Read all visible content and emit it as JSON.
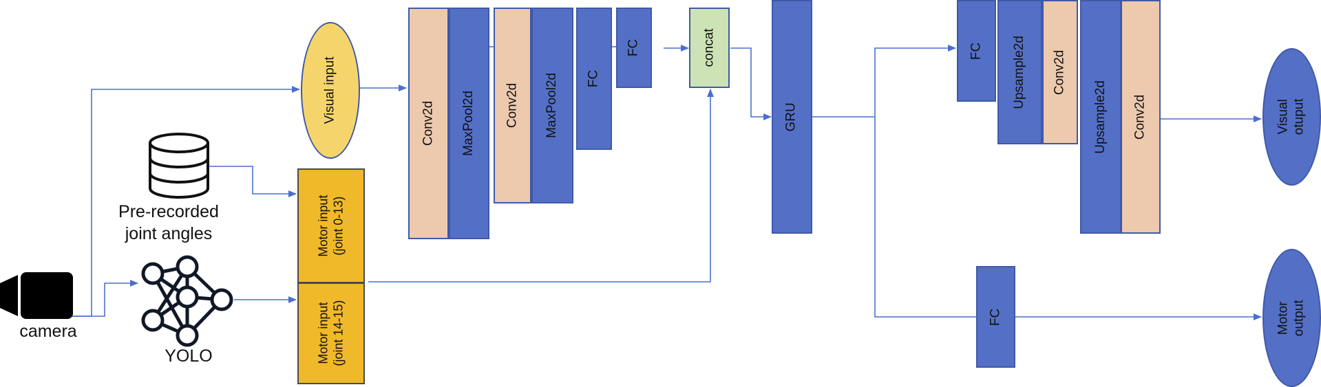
{
  "inputs": {
    "camera_label": "camera",
    "yolo_label": "YOLO",
    "database_label_line1": "Pre-recorded",
    "database_label_line2": "joint angles",
    "visual_input": "Visual  input",
    "motor_input_a_line1": "Motor input",
    "motor_input_a_line2": "(joint 0-13)",
    "motor_input_b_line1": "Motor input",
    "motor_input_b_line2": "(joint 14-15)"
  },
  "encoder": {
    "layers": [
      "Conv2d",
      "MaxPool2d",
      "Conv2d",
      "MaxPool2d",
      "FC",
      "FC"
    ]
  },
  "fusion": {
    "concat": "concat",
    "gru": "GRU"
  },
  "visual_decoder": {
    "layers": [
      "FC",
      "Upsample2d",
      "Conv2d",
      "Upsample2d",
      "Conv2d"
    ],
    "output_line1": "Visual",
    "output_line2": "otuput"
  },
  "motor_decoder": {
    "layer": "FC",
    "output_line1": "Motor",
    "output_line2": "output"
  },
  "colors": {
    "conv": "#edc9ae",
    "blue_layer": "#5470c6",
    "concat": "#cde3b5",
    "motor_input": "#f0b929",
    "visual_input": "#f5d56b",
    "arrow": "#4a6fd0"
  }
}
